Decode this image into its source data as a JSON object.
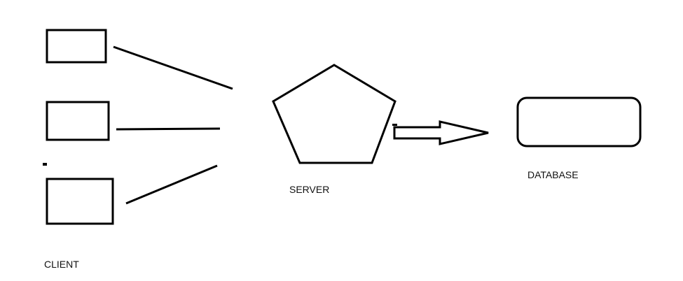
{
  "labels": {
    "client": "CLIENT",
    "server": "SERVER",
    "database": "DATABASE"
  },
  "colors": {
    "stroke": "#000000",
    "background": "#ffffff",
    "text": "#111111"
  }
}
